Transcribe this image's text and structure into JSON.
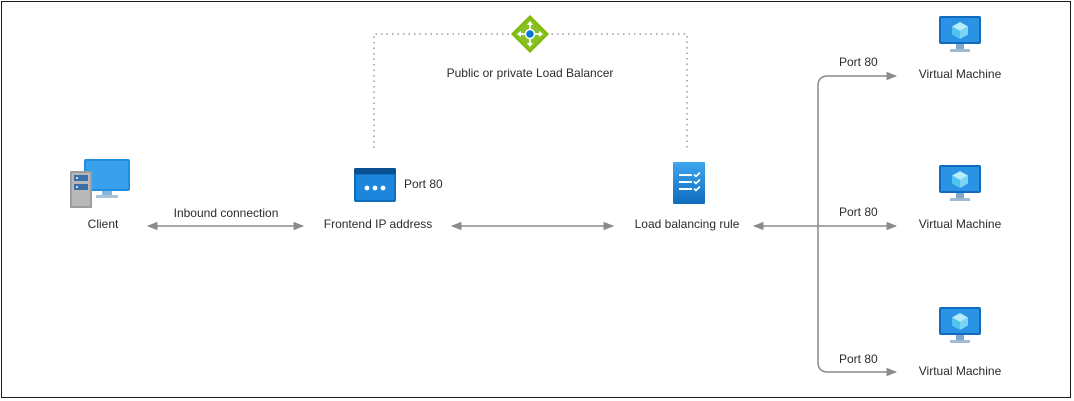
{
  "diagram": {
    "load_balancer": {
      "label": "Public or private Load Balancer",
      "icon": "load-balancer-icon",
      "color": "#7fba00"
    },
    "client": {
      "label": "Client",
      "icon": "client-computer-icon"
    },
    "inbound": {
      "label": "Inbound connection"
    },
    "frontend": {
      "label": "Frontend IP address",
      "port": "Port 80",
      "icon": "frontend-ip-icon"
    },
    "rule": {
      "label": "Load balancing rule",
      "icon": "rules-list-icon"
    },
    "backends": [
      {
        "label": "Virtual Machine",
        "port": "Port 80",
        "icon": "virtual-machine-icon"
      },
      {
        "label": "Virtual Machine",
        "port": "Port 80",
        "icon": "virtual-machine-icon"
      },
      {
        "label": "Virtual Machine",
        "port": "Port 80",
        "icon": "virtual-machine-icon"
      }
    ],
    "colors": {
      "azure_blue": "#0078d4",
      "connector": "#8a8a8a",
      "border": "#1a1a1a"
    }
  }
}
